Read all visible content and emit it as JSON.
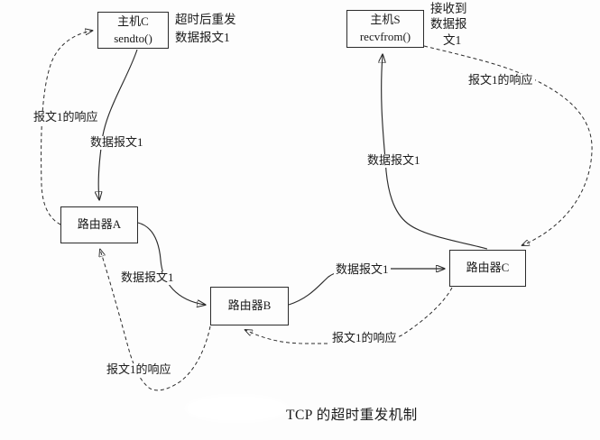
{
  "title": "TCP 的超时重发机制",
  "colors": {
    "background": "#fdfdfd",
    "line": "#2b2b2b",
    "text": "#1a1a1a"
  },
  "nodes": {
    "host_c": {
      "name": "主机C",
      "func": "sendto()"
    },
    "host_s": {
      "name": "主机S",
      "func": "recvfrom()"
    },
    "router_a": {
      "name": "路由器A"
    },
    "router_b": {
      "name": "路由器B"
    },
    "router_c": {
      "name": "路由器C"
    }
  },
  "notes": {
    "retransmit": {
      "line1": "超时后重发",
      "line2": "数据报文1"
    },
    "receive": {
      "line1": "接收到",
      "line2": "数据报",
      "line3": "文1"
    }
  },
  "edges": [
    {
      "from": "主机C",
      "to": "路由器A",
      "label": "数据报文1",
      "style": "solid"
    },
    {
      "from": "路由器A",
      "to": "路由器B",
      "label": "数据报文1",
      "style": "solid"
    },
    {
      "from": "路由器B",
      "to": "路由器C",
      "label": "数据报文1",
      "style": "solid"
    },
    {
      "from": "路由器C",
      "to": "主机S",
      "label": "数据报文1",
      "style": "solid"
    },
    {
      "from": "主机S",
      "to": "路由器C",
      "label": "报文1的响应",
      "style": "dashed"
    },
    {
      "from": "路由器C",
      "to": "路由器B",
      "label": "报文1的响应",
      "style": "dashed"
    },
    {
      "from": "路由器B",
      "to": "路由器A",
      "label": "报文1的响应",
      "style": "dashed"
    },
    {
      "from": "路由器A",
      "to": "主机C",
      "label": "报文1的响应",
      "style": "dashed"
    }
  ]
}
